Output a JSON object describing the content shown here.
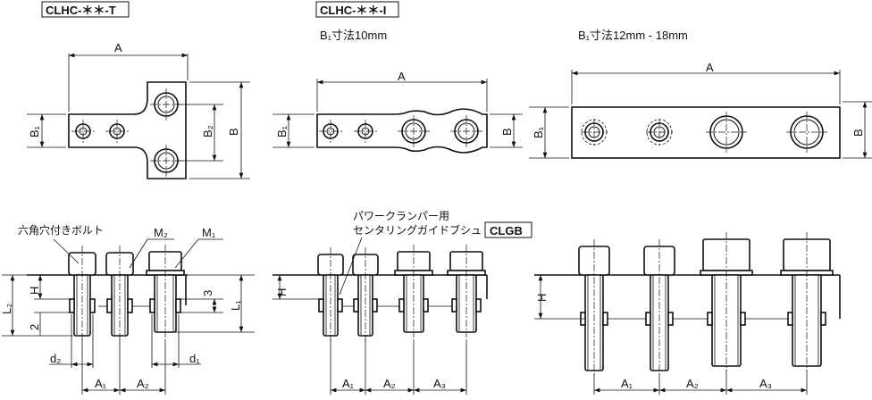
{
  "models": {
    "t_type": "CLHC-＊＊-T",
    "i_type": "CLHC-＊＊-I"
  },
  "notes": {
    "b1_10": "B₁寸法10mm",
    "b1_12_18": "B₁寸法12mm - 18mm",
    "hex_bolt": "六角穴付きボルト",
    "bush_line1": "パワークランパー用",
    "bush_line2": "センタリングガイドブシュ",
    "bush_model": "CLGB"
  },
  "dims": {
    "A": "A",
    "B": "B",
    "B1": "B₁",
    "B2": "B₂",
    "H": "H",
    "L1": "L₁",
    "L2": "L₂",
    "M1": "M₁",
    "M2": "M₂",
    "d1": "d₁",
    "d2": "d₂",
    "A1": "A₁",
    "A2": "A₂",
    "A3": "A₃",
    "two": "2",
    "three": "3"
  }
}
